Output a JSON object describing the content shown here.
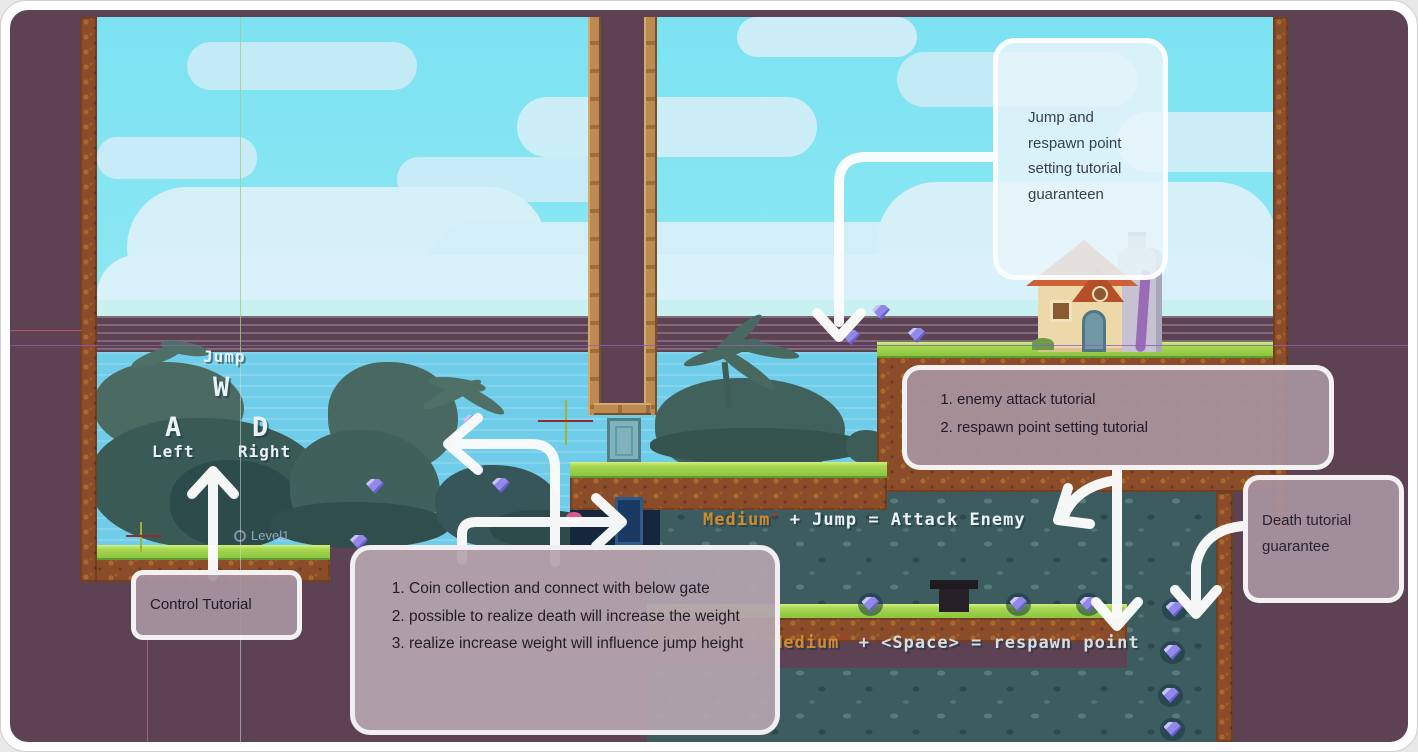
{
  "annotations": {
    "jump_respawn_note": "Jump and respawn point setting tutorial guaranteen",
    "enemy_note_items": [
      "enemy attack tutorial",
      "respawn point setting tutorial"
    ],
    "death_note": "Death tutorial guarantee",
    "control_note": "Control Tutorial",
    "coin_note_items": [
      "Coin collection and connect with below gate",
      "possible to realize death will increase the weight",
      "realize increase weight will influence jump height"
    ]
  },
  "game": {
    "level_badge": "Level1",
    "controls": {
      "jump_label": "Jump",
      "jump_key": "W",
      "left_key": "A",
      "left_label": "Left",
      "right_key": "D",
      "right_label": "Right"
    },
    "captions": {
      "attack": {
        "word": "Medium",
        "sup": "+",
        "rest": " + Jump = Attack Enemy"
      },
      "respawn": {
        "word": "Medium",
        "sup": "+",
        "rest": " + <Space> = respawn point"
      }
    }
  },
  "colors": {
    "background_plum": "#5d4253",
    "sky": "#7ee3f2",
    "sea": "#5cc2e2",
    "foliage": "#3a5a56",
    "dirt": "#8a4c29",
    "grass": "#8cc440",
    "annotation_box": "#a8939f",
    "annotation_light_box": "#e8f4fa",
    "arrow": "#ffffff",
    "gem": "#8579e0",
    "medium_text": "#d28a2e"
  }
}
